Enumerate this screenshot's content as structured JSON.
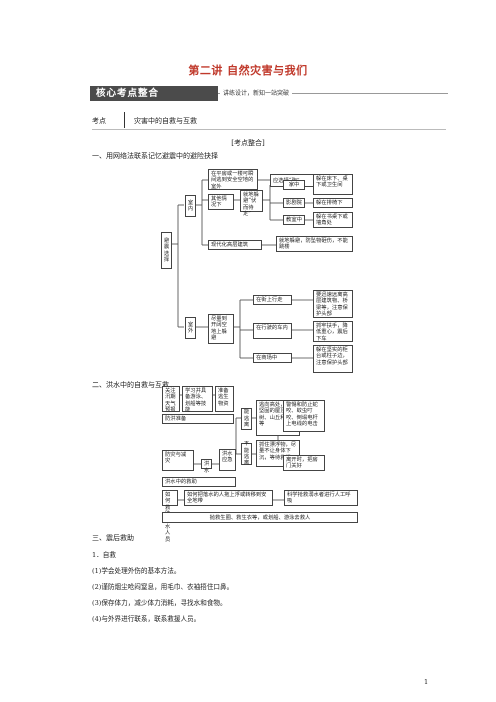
{
  "header": {
    "title": "第二讲  自然灾害与我们",
    "banner": "核心考点整合",
    "banner_sub": "讲练设计，新知一站突破",
    "kaodian_label": "考点",
    "kaodian_text": "灾害中的自救与互救",
    "center_note": "[考点整合]"
  },
  "sections": {
    "s1": "一、用网络法联系记忆避震中的避险抉择",
    "s2": "二、洪水中的自救与互救",
    "s3": "三、震后救助"
  },
  "diagram1": {
    "root": "避震选择",
    "indoor": "室内",
    "outdoor": "室外",
    "other": "其他情况下",
    "near": "就地躲避“伏而待定”",
    "home": "家中",
    "cinema": "影剧院",
    "classroom": "教室中",
    "home_r": "躲在床下、桌下或卫生间",
    "cinema_r": "躲在排椅下",
    "classroom_r": "躲在书桌下或墙角处",
    "top": "在平房或一楼可瞬间逃到安全空地的室外",
    "top_r": "应选择“跑”",
    "modern": "现代化高层建筑",
    "modern_r": "就地躲避，防坠物砸伤，不能跳楼",
    "out_mid": "尽量到开阔空地上躲避",
    "street": "在街上行走",
    "street_r": "要迅速远离高层建筑物、桥梁等，注意保护头部",
    "car": "在行驶的车内",
    "car_r": "抓牢扶手，降低重心，震后下车",
    "mall": "在商场中",
    "mall_r": "躲在坚实的柜台或柱子边，注意保护头部"
  },
  "diagram2": {
    "c1": "关注汛期天气预报",
    "c2": "学习并具备游泳、划船等技能",
    "c3": "准备逃生物资",
    "prep": "防洪准备",
    "relief": "防灾与减灾",
    "flood": "洪水",
    "resp": "洪水应急",
    "rescue": "洪水中的救助",
    "escape": "能逃离",
    "noescape": "不能逃离",
    "escape_r": "逃向高处，登上坚固的屋顶、大树、山丘和高坡等",
    "noescape_r": "抓住漂浮物，尽量不让身体下沉，等待救援",
    "elec": "警惕和防止蛇咬、蚊虫叮咬、倒塌电杆上电线的电击",
    "leave": "离开时，把房门关好",
    "b1": "如何救助溺水人员",
    "b2": "如何把落水的人拖上浮或转移到安全地带",
    "b3": "科学抢救溺水者进行人工呼吸",
    "bottom": "抛救生圈、救生衣等，或划船、游泳去救人"
  },
  "text": {
    "l1": "1．自救",
    "l2": "(1)学会处理外伤的基本方法。",
    "l3": "(2)谨防烟尘呛闷窒息，用毛巾、衣袖捂住口鼻。",
    "l4": "(3)保存体力，减少体力消耗，寻找水和食物。",
    "l5": "(4)与外界进行联系，联系救援人员。"
  },
  "page_number": "1"
}
